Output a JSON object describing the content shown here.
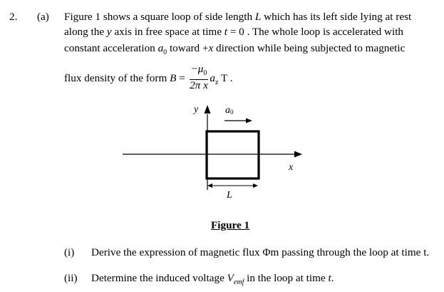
{
  "question": {
    "number": "2.",
    "part": "(a)",
    "lines": {
      "l1_a": "Figure 1 shows a square loop of side length ",
      "l1_var": "L",
      "l1_b": " which has its left side lying at rest",
      "l2_a": "along the ",
      "l2_var": "y",
      "l2_b": " axis in free space at time ",
      "l2_var2": "t",
      "l2_c": " = 0 . The whole loop is accelerated with",
      "l3_a": "constant acceleration ",
      "l3_var": "a",
      "l3_sub": "0",
      "l3_b": " toward +",
      "l3_var2": "x",
      "l3_c": " direction while being subjected to magnetic",
      "l4_a": "flux density of the form ",
      "l4_var": "B",
      "l4_eq": " = ",
      "l4_num": "−μ",
      "l4_num_sub": "0",
      "l4_den": "2π x",
      "l4_vec": "a",
      "l4_vec_sub": "z",
      "l4_unit": " T ."
    }
  },
  "figure": {
    "y_label": "y",
    "x_label": "x",
    "accel_label": "a",
    "accel_sub": "0",
    "side_label": "L",
    "caption": "Figure 1"
  },
  "subparts": [
    {
      "roman": "(i)",
      "text": "Derive the expression of magnetic flux Φm passing through the loop at time t."
    },
    {
      "roman": "(ii)",
      "text_a": "Determine the induced voltage ",
      "var": "V",
      "sub": "emf",
      "text_b": " in the loop at time ",
      "var2": "t",
      "text_c": "."
    }
  ]
}
